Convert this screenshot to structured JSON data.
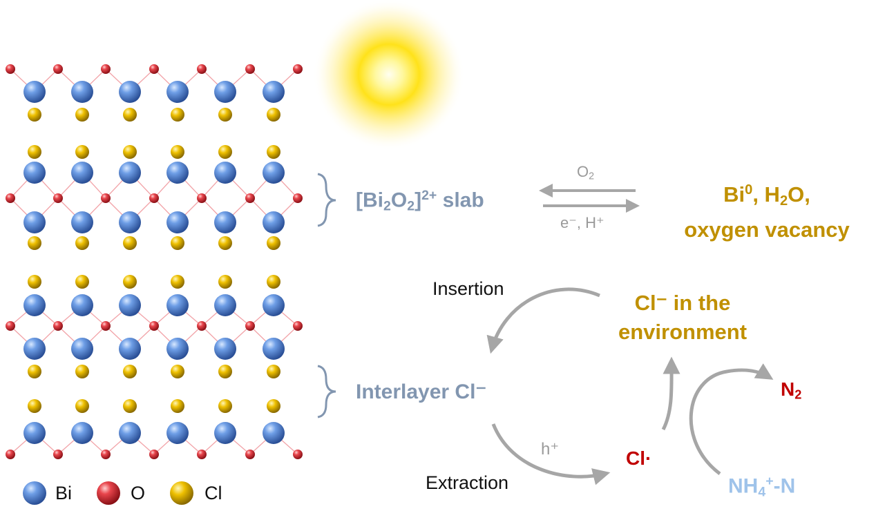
{
  "colors": {
    "bi": "#4f86d6",
    "o": "#e0414a",
    "cl": "#e2b400",
    "slab_text": "#8296b0",
    "gray_text": "#9a9a9a",
    "gold_text": "#c09000",
    "red_text": "#c00000",
    "light_blue_text": "#9fc3ea",
    "arrow": "#a6a6a6"
  },
  "labels": {
    "slab": {
      "pre": "[Bi",
      "s1": "2",
      "mid": "O",
      "s2": "2",
      "post": "]",
      "sup": "2+",
      "tail": " slab"
    },
    "interlayer": "Interlayer Cl⁻",
    "o2": {
      "base": "O",
      "sub": "2"
    },
    "reductants": "e⁻, H⁺",
    "product_line1": {
      "a": "Bi",
      "sup": "0",
      "b": ", H",
      "sub": "2",
      "c": "O,"
    },
    "product_line2": "oxygen vacancy",
    "insertion": "Insertion",
    "extraction": "Extraction",
    "environment_line1": "Cl⁻ in the",
    "environment_line2": "environment",
    "hole": "h⁺",
    "cl_radical": "Cl·",
    "n2": {
      "base": "N",
      "sub": "2"
    },
    "ammonium": {
      "base": "NH",
      "sub": "4",
      "sup": "+",
      "tail": "-N"
    }
  },
  "legend": [
    {
      "element": "Bi",
      "label": "Bi"
    },
    {
      "element": "O",
      "label": "O"
    },
    {
      "element": "Cl",
      "label": "Cl"
    }
  ],
  "icons": {
    "sun": "sun-icon",
    "brace": "brace-icon"
  }
}
